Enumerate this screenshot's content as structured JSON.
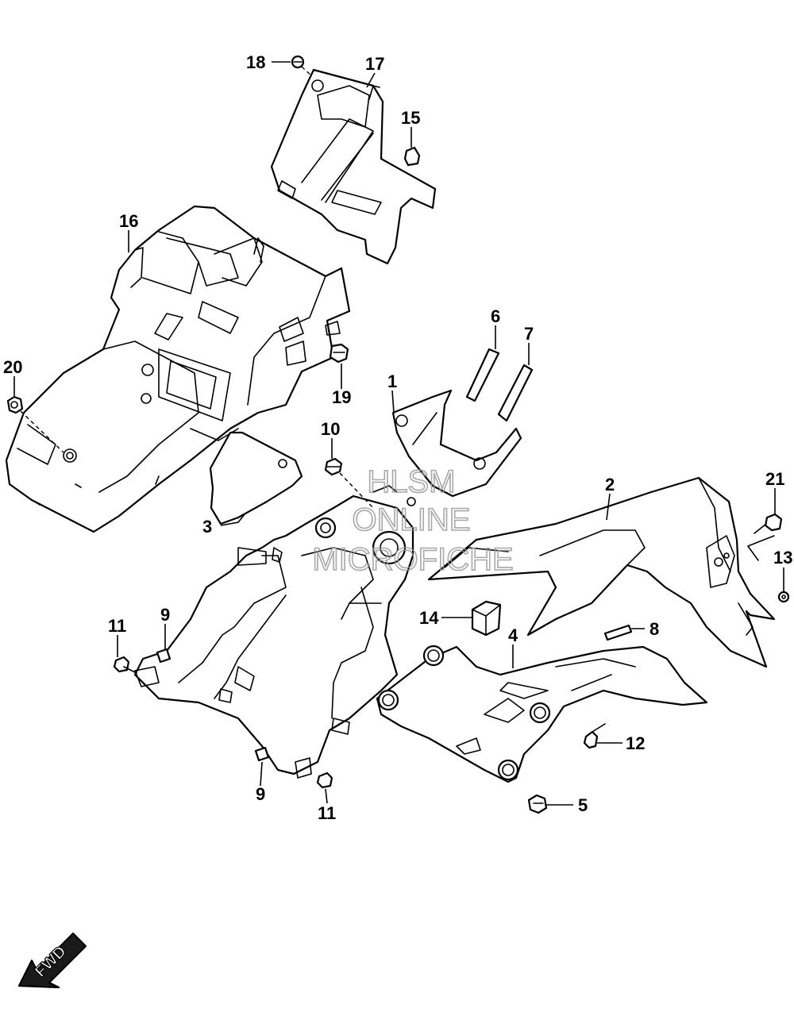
{
  "diagram": {
    "callouts": [
      {
        "id": "c18",
        "label": "18"
      },
      {
        "id": "c17",
        "label": "17"
      },
      {
        "id": "c15",
        "label": "15"
      },
      {
        "id": "c16",
        "label": "16"
      },
      {
        "id": "c20",
        "label": "20"
      },
      {
        "id": "c19",
        "label": "19"
      },
      {
        "id": "c6",
        "label": "6"
      },
      {
        "id": "c7",
        "label": "7"
      },
      {
        "id": "c1",
        "label": "1"
      },
      {
        "id": "c10",
        "label": "10"
      },
      {
        "id": "c3",
        "label": "3"
      },
      {
        "id": "c2",
        "label": "2"
      },
      {
        "id": "c21",
        "label": "21"
      },
      {
        "id": "c13",
        "label": "13"
      },
      {
        "id": "c9a",
        "label": "9"
      },
      {
        "id": "c11a",
        "label": "11"
      },
      {
        "id": "c14",
        "label": "14"
      },
      {
        "id": "c4",
        "label": "4"
      },
      {
        "id": "c8",
        "label": "8"
      },
      {
        "id": "c12",
        "label": "12"
      },
      {
        "id": "c5",
        "label": "5"
      },
      {
        "id": "c9b",
        "label": "9"
      },
      {
        "id": "c11b",
        "label": "11"
      }
    ],
    "fwd_label": "FWD"
  },
  "watermark": {
    "line1": "HLSM",
    "line2": "ONLINE",
    "line3": "MICROFICHE"
  }
}
